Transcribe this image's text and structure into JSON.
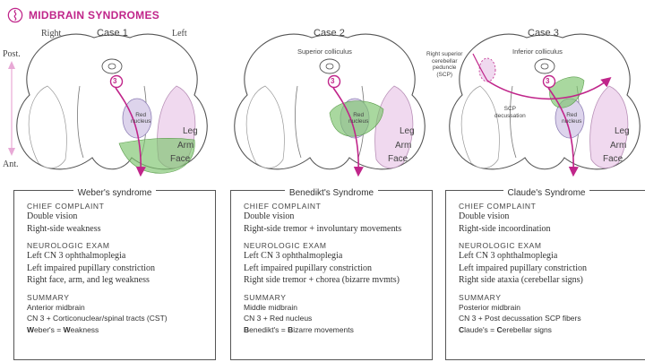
{
  "header": {
    "title": "MIDBRAIN SYNDROMES"
  },
  "orientation": {
    "right": "Right",
    "left": "Left",
    "post": "Post.",
    "ant": "Ant."
  },
  "cases": [
    {
      "case_label": "Case 1",
      "structures": {
        "cn3": "3",
        "red_nucleus_1": "Red",
        "red_nucleus_2": "nucleus",
        "leg": "Leg",
        "arm": "Arm",
        "face": "Face"
      },
      "panel": {
        "title": "Weber's syndrome",
        "chief_heading": "Chief complaint",
        "chief": [
          "Double vision",
          "Right-side weakness"
        ],
        "exam_heading": "Neurologic Exam",
        "exam": [
          "Left CN 3 ophthalmoplegia",
          "Left impaired pupillary constriction",
          "Right face, arm, and leg weakness"
        ],
        "summary_heading": "Summary",
        "summary": [
          "Anterior midbrain",
          "CN 3 + Corticonuclear/spinal tracts (CST)"
        ],
        "mnemonic": {
          "a1": "W",
          "a2": "eber's = ",
          "b1": "W",
          "b2": "eakness"
        }
      }
    },
    {
      "case_label": "Case 2",
      "structures": {
        "cn3": "3",
        "superior_colliculus": "Superior colliculus",
        "red_nucleus_1": "Red",
        "red_nucleus_2": "nucleus",
        "leg": "Leg",
        "arm": "Arm",
        "face": "Face"
      },
      "panel": {
        "title": "Benedikt's Syndrome",
        "chief_heading": "Chief complaint",
        "chief": [
          "Double vision",
          "Right-side tremor + involuntary movements"
        ],
        "exam_heading": "Neurologic Exam",
        "exam": [
          "Left CN 3 ophthalmoplegia",
          "Left impaired pupillary constriction",
          "Right side tremor + chorea (bizarre mvmts)"
        ],
        "summary_heading": "Summary",
        "summary": [
          "Middle midbrain",
          "CN 3 + Red nucleus"
        ],
        "mnemonic": {
          "a1": "B",
          "a2": "enedikt's = ",
          "b1": "B",
          "b2": "izarre movements"
        }
      }
    },
    {
      "case_label": "Case 3",
      "structures": {
        "cn3": "3",
        "inferior_colliculus": "Inferior colliculus",
        "scp_1": "Right superior",
        "scp_2": "cerebellar",
        "scp_3": "peduncle",
        "scp_4": "(SCP)",
        "decussation_1": "SCP",
        "decussation_2": "decussation",
        "red_nucleus_1": "Red",
        "red_nucleus_2": "nucleus",
        "leg": "Leg",
        "arm": "Arm",
        "face": "Face"
      },
      "panel": {
        "title": "Claude's Syndrome",
        "chief_heading": "Chief complaint",
        "chief": [
          "Double vision",
          "Right-side incoordination"
        ],
        "exam_heading": "Neurologic Exam",
        "exam": [
          "Left CN 3 ophthalmoplegia",
          "Left impaired pupillary constriction",
          "Right side ataxia (cerebellar signs)"
        ],
        "summary_heading": "Summary",
        "summary": [
          "Posterior midbrain",
          "CN 3 + Post decussation SCP fibers"
        ],
        "mnemonic": {
          "a1": "C",
          "a2": "laude's = ",
          "b1": "C",
          "b2": "erebellar signs"
        }
      }
    }
  ],
  "colors": {
    "accent": "#c0258a",
    "lesion": "#7bc36b",
    "tract": "#e6c7e5",
    "red_nucleus": "#ddd4ec",
    "outline": "#555555"
  }
}
